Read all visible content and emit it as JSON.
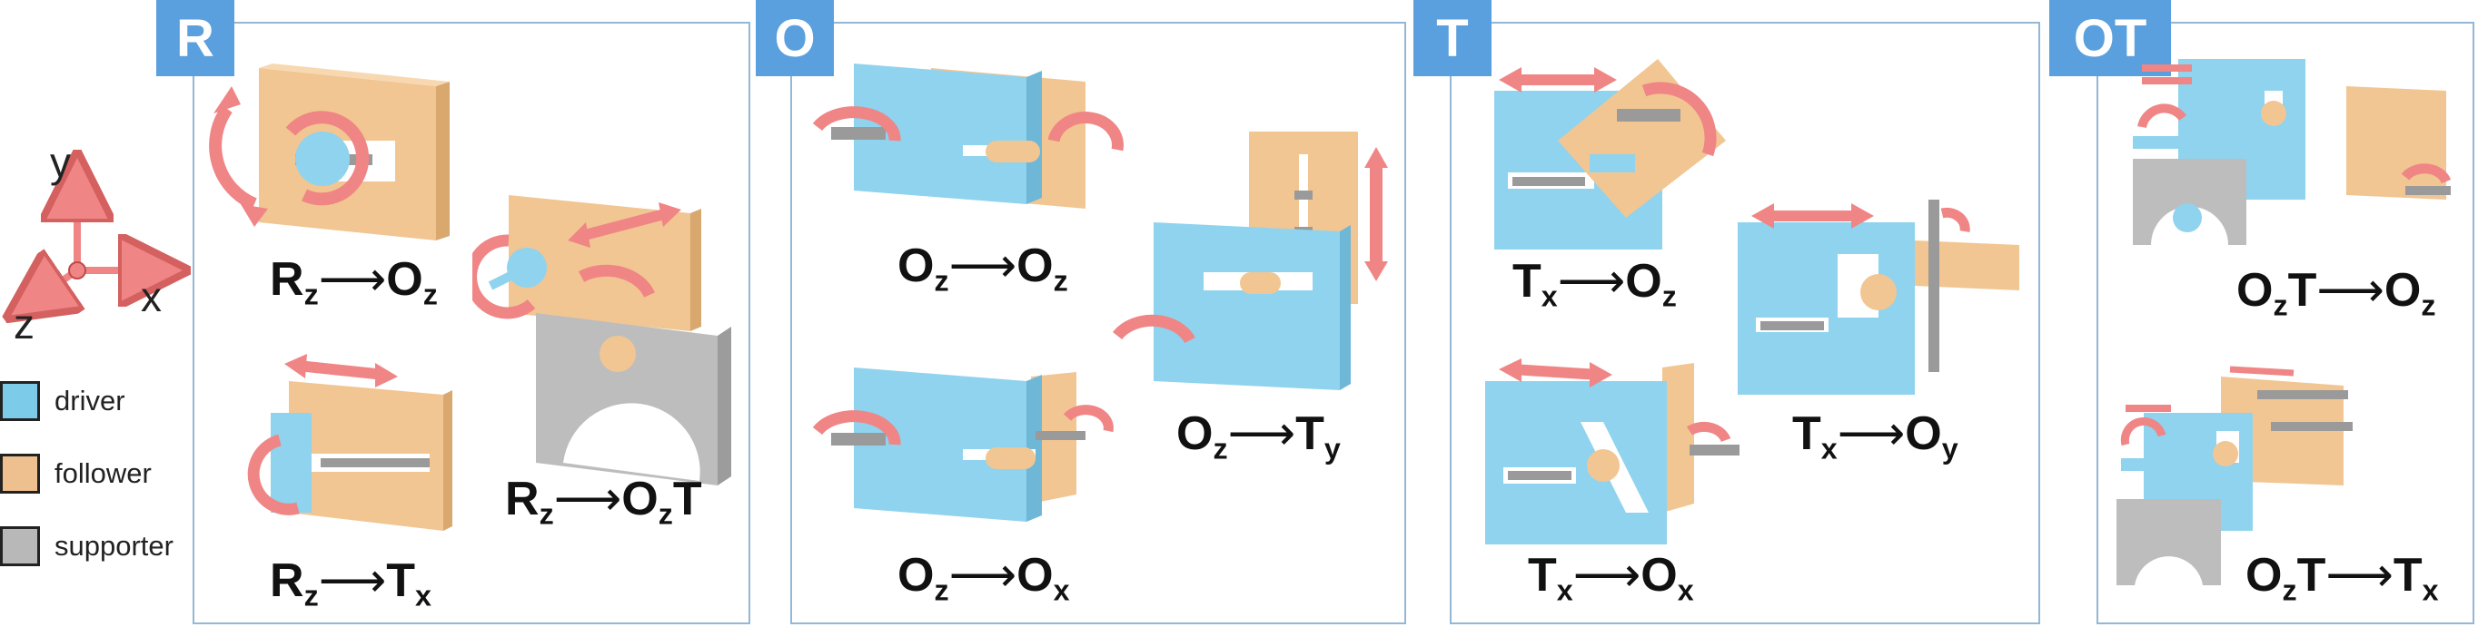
{
  "axes": {
    "x": "x",
    "y": "y",
    "z": "z"
  },
  "legend": [
    {
      "label": "driver",
      "color": "#7ccbe9"
    },
    {
      "label": "follower",
      "color": "#efc08f"
    },
    {
      "label": "supporter",
      "color": "#b8b8b8"
    }
  ],
  "colors": {
    "driver": "#8fd3ee",
    "follower": "#f1c692",
    "supporter": "#bdbdbd",
    "arrow": "#f08585",
    "tab": "#5aa0de",
    "border": "#93b7d6",
    "shaft": "#9a9a9a"
  },
  "panels": [
    {
      "tab": "R",
      "cases": [
        {
          "sym": "R",
          "sub": "z",
          "to": "O",
          "tsub": "z",
          "suffix": ""
        },
        {
          "sym": "R",
          "sub": "z",
          "to": "T",
          "tsub": "x",
          "suffix": ""
        },
        {
          "sym": "R",
          "sub": "z",
          "to": "O",
          "tsub": "z",
          "suffix": "T"
        }
      ]
    },
    {
      "tab": "O",
      "cases": [
        {
          "sym": "O",
          "sub": "z",
          "to": "O",
          "tsub": "z",
          "suffix": ""
        },
        {
          "sym": "O",
          "sub": "z",
          "to": "O",
          "tsub": "x",
          "suffix": ""
        },
        {
          "sym": "O",
          "sub": "z",
          "to": "T",
          "tsub": "y",
          "suffix": ""
        }
      ]
    },
    {
      "tab": "T",
      "cases": [
        {
          "sym": "T",
          "sub": "x",
          "to": "O",
          "tsub": "z",
          "suffix": ""
        },
        {
          "sym": "T",
          "sub": "x",
          "to": "O",
          "tsub": "x",
          "suffix": ""
        },
        {
          "sym": "T",
          "sub": "x",
          "to": "O",
          "tsub": "y",
          "suffix": ""
        }
      ]
    },
    {
      "tab": "OT",
      "cases": [
        {
          "sym": "O",
          "sub": "z",
          "mid": "T",
          "to": "O",
          "tsub": "z"
        },
        {
          "sym": "O",
          "sub": "z",
          "mid": "T",
          "to": "T",
          "tsub": "x"
        }
      ]
    }
  ],
  "arrow_symbol": "⟶"
}
